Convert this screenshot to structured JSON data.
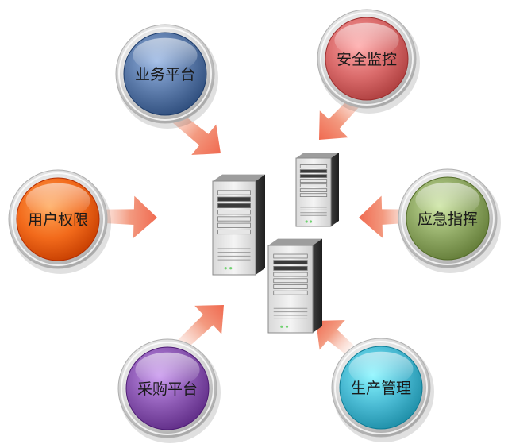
{
  "diagram": {
    "nodes": [
      {
        "id": "business-platform",
        "label": "业务平台",
        "color": "#5a79a8"
      },
      {
        "id": "security-monitoring",
        "label": "安全监控",
        "color": "#d96a6a"
      },
      {
        "id": "user-permissions",
        "label": "用户权限",
        "color": "#f26a1b"
      },
      {
        "id": "emergency-command",
        "label": "应急指挥",
        "color": "#8fa864"
      },
      {
        "id": "procurement-platform",
        "label": "采购平台",
        "color": "#8b58b2"
      },
      {
        "id": "production-management",
        "label": "生产管理",
        "color": "#49b9d2"
      }
    ],
    "arrow_color": "#f06a50",
    "center": {
      "icon": "server-cluster-icon",
      "server_count": 3
    }
  }
}
